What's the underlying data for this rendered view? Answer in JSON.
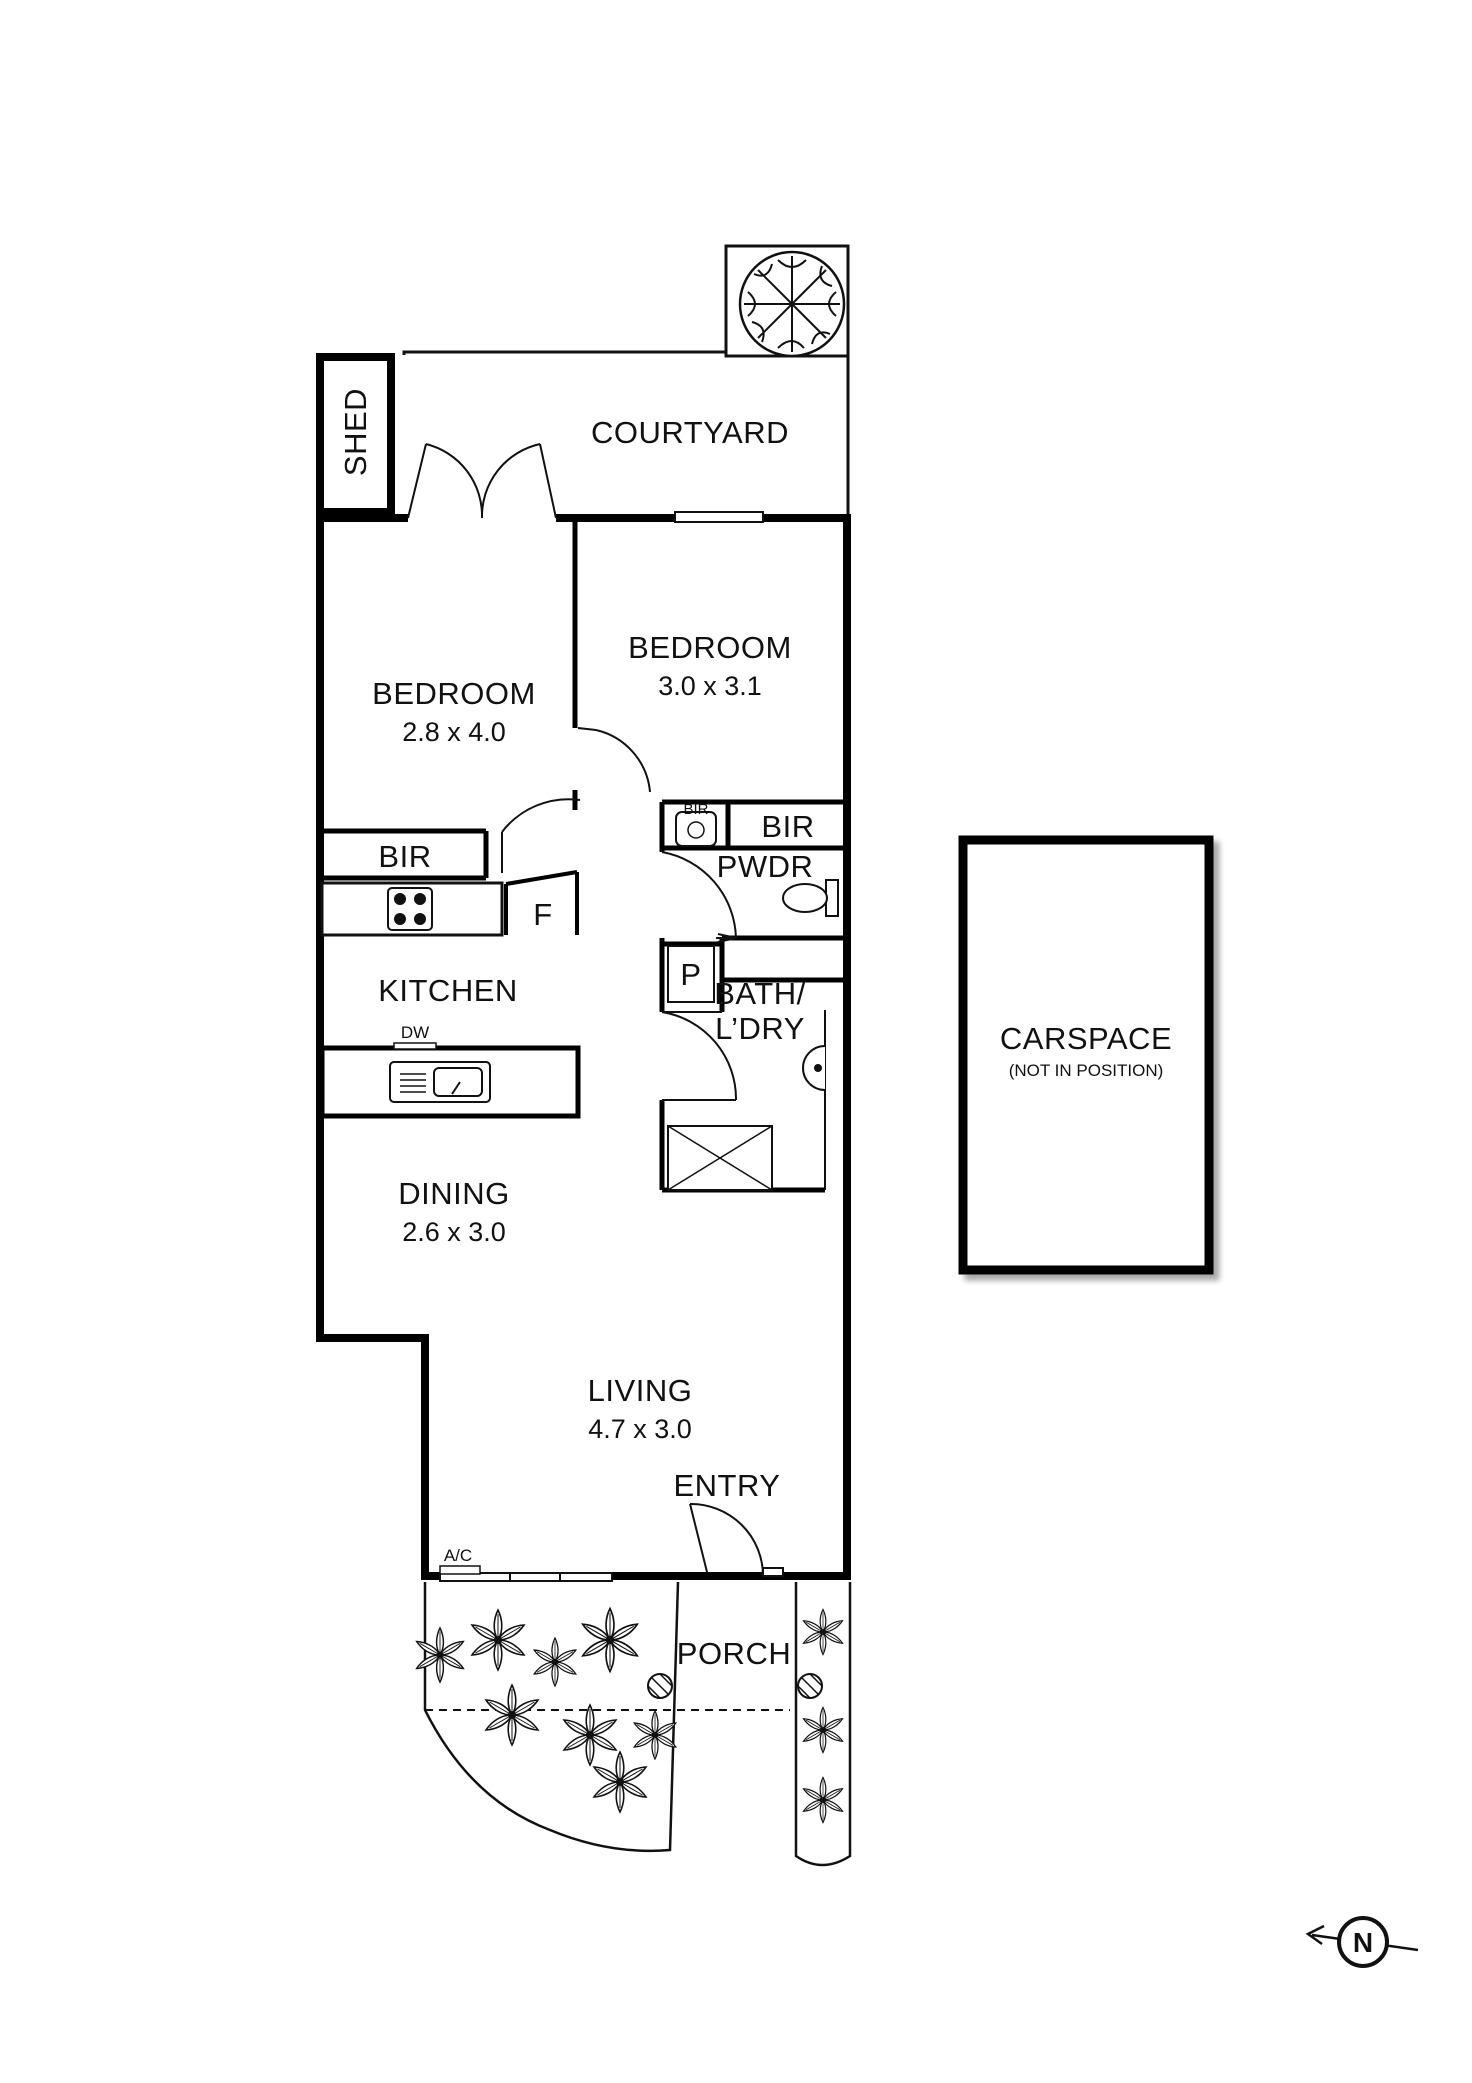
{
  "rooms": {
    "courtyard": "COURTYARD",
    "shed": "SHED",
    "bedroom_left": {
      "name": "BEDROOM",
      "size": "2.8 x 4.0"
    },
    "bedroom_right": {
      "name": "BEDROOM",
      "size": "3.0 x 3.1"
    },
    "bir_left": "BIR",
    "bir_right": "BIR",
    "bir_small": "BIR",
    "pwdr": "PWDR",
    "fridge": "F",
    "pantry": "P",
    "kitchen": "KITCHEN",
    "dishwasher": "DW",
    "bath": "BATH/",
    "laundry": "L’DRY",
    "dining": {
      "name": "DINING",
      "size": "2.6 x 3.0"
    },
    "living": {
      "name": "LIVING",
      "size": "4.7 x 3.0"
    },
    "entry": "ENTRY",
    "porch": "PORCH",
    "aircon": "A/C"
  },
  "carspace": {
    "name": "CARSPACE",
    "note": "(NOT IN POSITION)"
  },
  "compass": {
    "label": "N",
    "icon": "north-arrow-icon"
  },
  "colors": {
    "wall": "#000000",
    "line": "#111111",
    "background": "#ffffff"
  }
}
